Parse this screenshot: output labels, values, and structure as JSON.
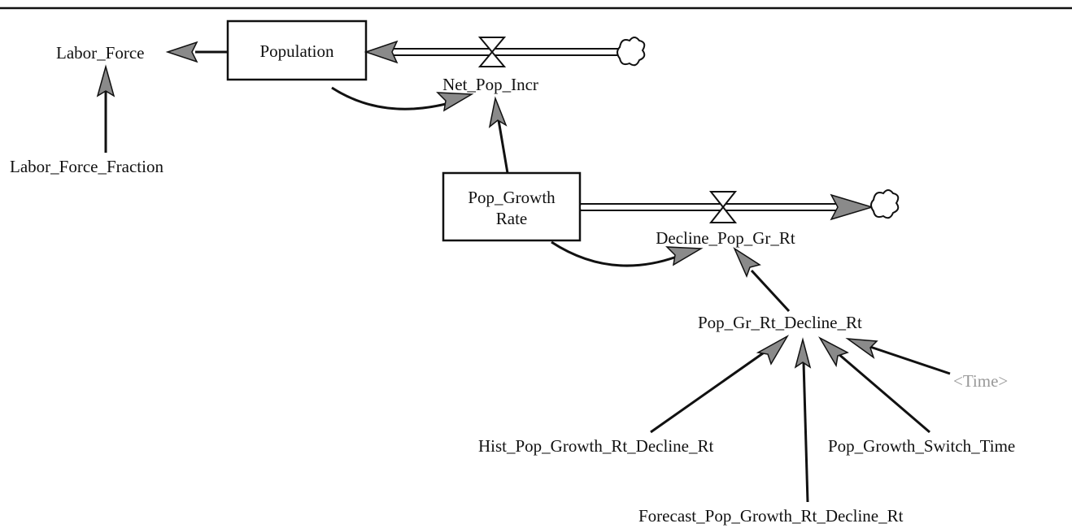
{
  "diagram": {
    "stocks": {
      "population": "Population",
      "pop_growth_rate_line1": "Pop_Growth",
      "pop_growth_rate_line2": "Rate"
    },
    "flows": {
      "net_pop_incr": "Net_Pop_Incr",
      "decline_pop_gr_rt": "Decline_Pop_Gr_Rt"
    },
    "variables": {
      "labor_force": "Labor_Force",
      "labor_force_fraction": "Labor_Force_Fraction",
      "pop_gr_rt_decline_rt": "Pop_Gr_Rt_Decline_Rt",
      "hist_pop_growth_rt_decline_rt": "Hist_Pop_Growth_Rt_Decline_Rt",
      "pop_growth_switch_time": "Pop_Growth_Switch_Time",
      "forecast_pop_growth_rt_decline_rt": "Forecast_Pop_Growth_Rt_Decline_Rt",
      "time": "<Time>"
    }
  }
}
